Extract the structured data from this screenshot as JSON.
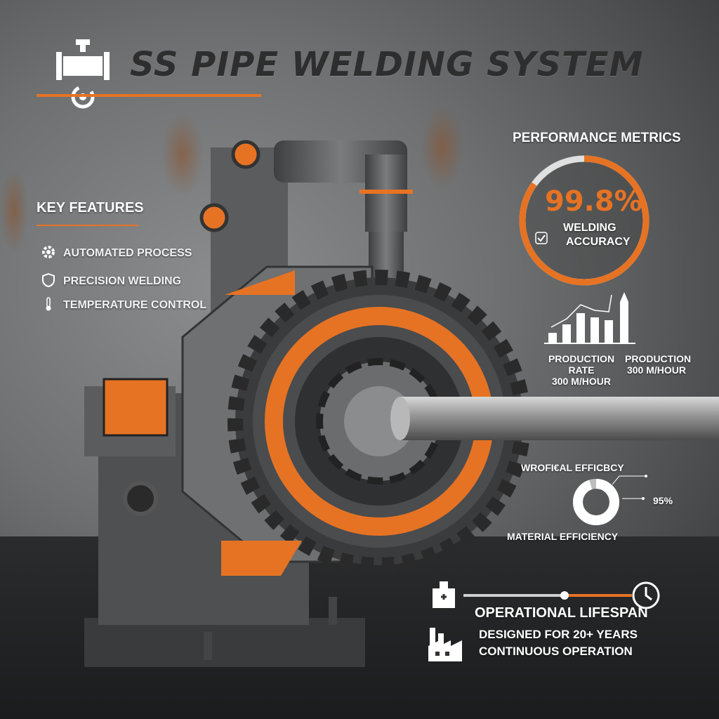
{
  "header": {
    "title": "SS PIPE WELDING SYSTEM"
  },
  "features": {
    "heading": "KEY FEATURES",
    "items": [
      {
        "label": "AUTOMATED PROCESS",
        "icon": "gear-icon"
      },
      {
        "label": "PRECISION WELDING",
        "icon": "shield-icon"
      },
      {
        "label": "TEMPERATURE CONTROL",
        "icon": "thermometer-icon"
      }
    ]
  },
  "metrics": {
    "heading": "PERFORMANCE METRICS",
    "accuracy": {
      "value": "99.8%",
      "label_line1": "WELDING",
      "label_line2": "ACCURACY",
      "fill_fraction": 0.85
    },
    "production": [
      {
        "line1": "PRODUCTION RATE",
        "line2": "300 M/HOUR"
      },
      {
        "line1": "PRODUCTION",
        "line2": "300 M/HOUR"
      }
    ],
    "efficiency": {
      "heading": "WROFI€AL EFFICBCY",
      "value": "95%",
      "label": "MATERIAL EFFICIENCY",
      "fill_fraction": 0.95
    }
  },
  "lifespan": {
    "heading": "OPERATIONAL LIFESPAN",
    "line1": "DESIGNED FOR 20+ YEARS",
    "line2": "CONTINUOUS OPERATION",
    "progress_fraction": 0.6
  },
  "colors": {
    "accent": "#e67324",
    "metal": "#6a6c6e",
    "dark": "#2e2e2e"
  }
}
